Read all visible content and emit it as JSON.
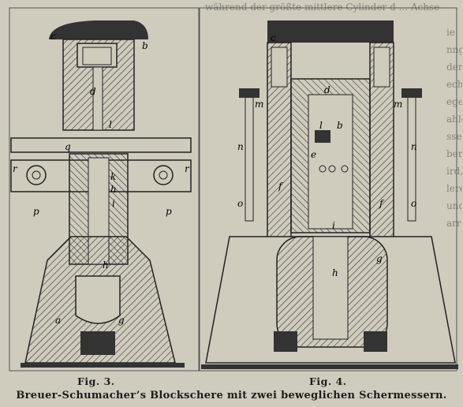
{
  "figures": [
    {
      "id": "fig3",
      "caption": "Fig. 3.",
      "labels": [
        "c",
        "b",
        "d",
        "l",
        "q",
        "r",
        "r",
        "k",
        "h",
        "i",
        "p",
        "p",
        "h",
        "a",
        "g"
      ]
    },
    {
      "id": "fig4",
      "caption": "Fig. 4.",
      "labels": [
        "c",
        "d",
        "m",
        "m",
        "l",
        "b",
        "e",
        "n",
        "n",
        "f",
        "f",
        "o",
        "o",
        "i",
        "g",
        "h"
      ]
    }
  ],
  "main_caption": "Breuer-Schumacher’s Blockschere mit zwei beweglichen Schermessern.",
  "bleed_text": {
    "top": "während der größte mittlere Cylinder d ... Achse",
    "right": [
      "ie",
      "nng",
      "der",
      "echt",
      "egen",
      "ahlen",
      "ssen",
      "ben",
      "ird,",
      "lere",
      "und",
      "arr"
    ]
  }
}
